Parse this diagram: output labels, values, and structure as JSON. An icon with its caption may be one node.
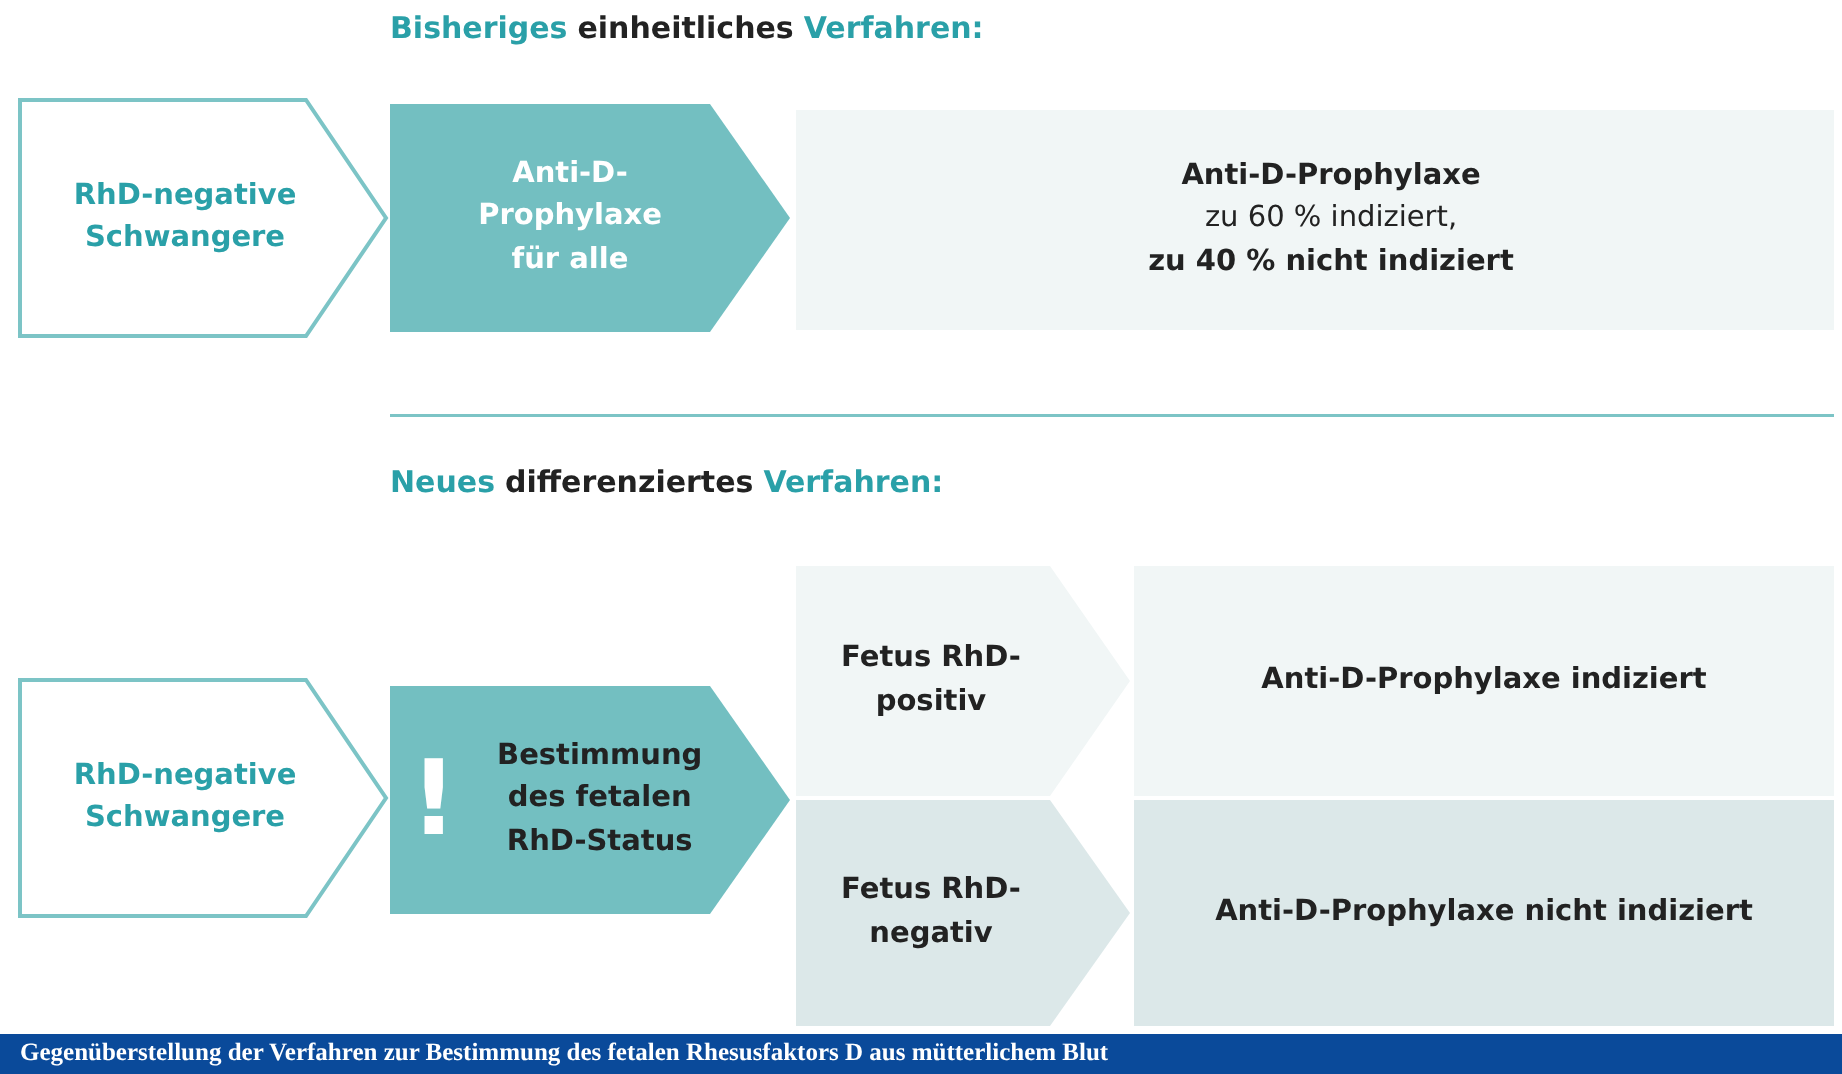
{
  "diagram": {
    "caption": "Gegenüberstellung der Verfahren zur Bestimmung des fetalen Rhesusfaktors D aus mütterlichem Blut",
    "nodes": [
      {
        "text": [
          "RhD-negative Schwangere"
        ]
      },
      {
        "text": [
          "Anti-D-Prophylaxe für alle"
        ]
      },
      {
        "text": [
          "Anti-D-Prophylaxe",
          "zu 60 % indiziert,",
          "zu 40 % nicht indiziert"
        ]
      },
      {
        "text": [
          "RhD-negative Schwangere"
        ]
      },
      {
        "text": [
          "!",
          "Bestimmung des fetalen RhD-Status"
        ]
      },
      {
        "text": [
          "Fetus RhD-positiv"
        ]
      },
      {
        "text": [
          "Anti-D-Prophylaxe indiziert"
        ]
      },
      {
        "text": [
          "Fetus RhD-negativ"
        ]
      },
      {
        "text": [
          "Anti-D-Prophylaxe nicht indiziert"
        ]
      }
    ],
    "labels": [
      "Bisheriges",
      "einheitliches",
      "Verfahren:",
      "Neues",
      "differenziertes",
      "Verfahren:"
    ]
  }
}
